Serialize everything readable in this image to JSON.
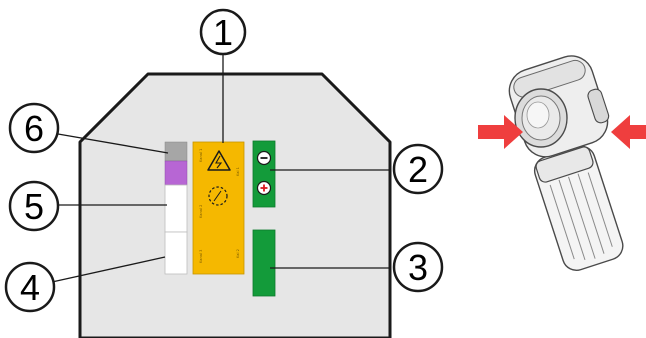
{
  "callouts": [
    {
      "id": "callout-1",
      "label": "1"
    },
    {
      "id": "callout-2",
      "label": "2"
    },
    {
      "id": "callout-3",
      "label": "3"
    },
    {
      "id": "callout-4",
      "label": "4"
    },
    {
      "id": "callout-5",
      "label": "5"
    },
    {
      "id": "callout-6",
      "label": "6"
    }
  ],
  "module_texts": {
    "label_a": "Kanal 1",
    "label_b": "Kanal 2",
    "label_c": "Kanal 3",
    "label_d": "Kal 1",
    "label_e": "Kal 2"
  },
  "colors": {
    "housing": "#e6e6e6",
    "yellow_module": "#f5b800",
    "green_module": "#139b3a",
    "gray_block": "#a6a6a6",
    "purple_block": "#b766d4",
    "arrow": "#ef3e3e"
  }
}
